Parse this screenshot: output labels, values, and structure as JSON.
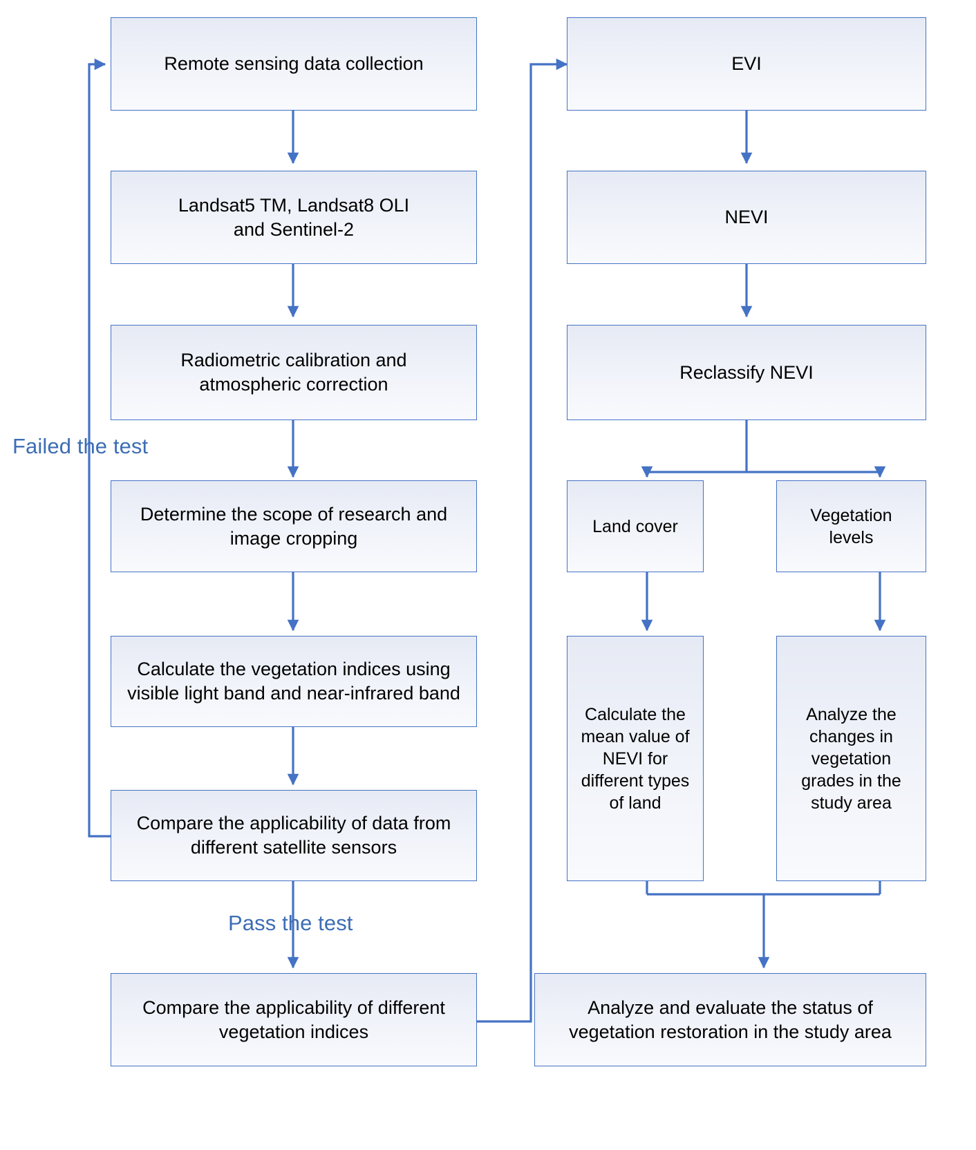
{
  "diagram": {
    "title": "Vegetation restoration remote sensing workflow",
    "colors": {
      "border": "#4472C4",
      "fill_top": "#e6eaf4",
      "fill_bottom": "#f9fafd",
      "label_text": "#3D6DB5",
      "node_text": "#000000",
      "background": "#ffffff"
    },
    "left_column": {
      "nodes": [
        {
          "id": "remote-sensing-data-collection",
          "label": "Remote sensing data collection"
        },
        {
          "id": "satellite-sensors",
          "label": "Landsat5 TM, Landsat8 OLI\nand Sentinel-2"
        },
        {
          "id": "radiometric-calibration",
          "label": "Radiometric calibration and\natmospheric correction"
        },
        {
          "id": "determine-scope",
          "label": "Determine the scope of research and\nimage cropping"
        },
        {
          "id": "calculate-vegetation-indices",
          "label": "Calculate the vegetation indices  using\nvisible light band and near-infrared band"
        },
        {
          "id": "compare-satellite-data",
          "label": "Compare the applicability of data from\ndifferent satellite sensors"
        },
        {
          "id": "compare-vegetation-indices",
          "label": "Compare the applicability of different\nvegetation indices"
        }
      ]
    },
    "right_column": {
      "nodes": [
        {
          "id": "evi",
          "label": "EVI"
        },
        {
          "id": "nevi",
          "label": "NEVI"
        },
        {
          "id": "reclassify-nevi",
          "label": "Reclassify NEVI"
        },
        {
          "id": "land-cover",
          "label": "Land cover"
        },
        {
          "id": "vegetation-levels",
          "label": "Vegetation\nlevels"
        },
        {
          "id": "calculate-mean-nevi",
          "label": "Calculate the\nmean value of\nNEVI for\ndifferent types\nof land"
        },
        {
          "id": "analyze-vegetation-grades",
          "label": "Analyze the\nchanges in\nvegetation\ngrades in the\nstudy area"
        },
        {
          "id": "analyze-evaluate-status",
          "label": "Analyze and evaluate the status of\nvegetation restoration in the study area"
        }
      ]
    },
    "edge_labels": [
      {
        "id": "failed-the-test",
        "text": "Failed the test"
      },
      {
        "id": "pass-the-test",
        "text": "Pass the test"
      }
    ]
  }
}
